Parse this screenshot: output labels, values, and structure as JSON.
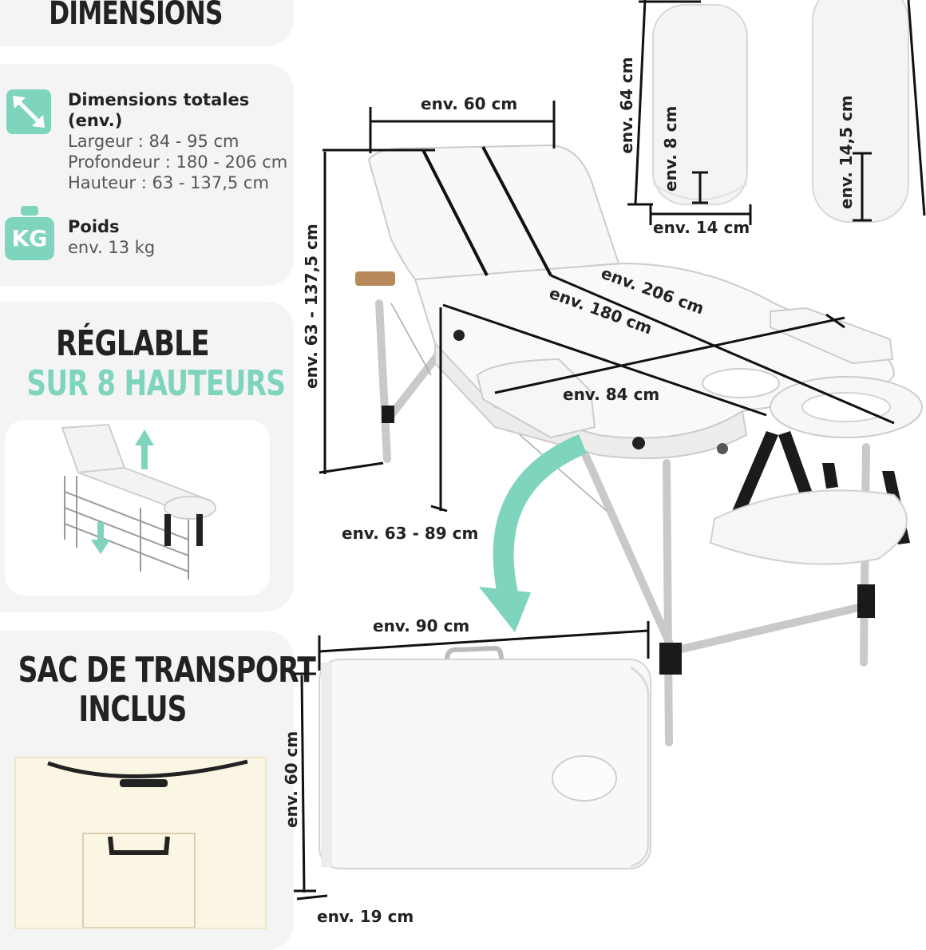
{
  "headings": {
    "dimensions": "DIMENSIONS",
    "reglable_line1": "RÉGLABLE",
    "reglable_line2": "SUR 8 HAUTEURS",
    "sac_line1": "SAC DE TRANSPORT",
    "sac_line2": "INCLUS"
  },
  "specs": {
    "dims_title": "Dimensions totales",
    "dims_title2": "(env.)",
    "largeur": "Largeur : 84 - 95 cm",
    "profondeur": "Profondeur : 180 - 206 cm",
    "hauteur": "Hauteur : 63 - 137,5 cm",
    "kg_badge": "KG",
    "poids_title": "Poids",
    "poids_value": "env. 13 kg"
  },
  "measurements": {
    "width_top": "env. 60 cm",
    "height_total": "env. 63 - 137,5 cm",
    "length_206": "env. 206 cm",
    "length_180": "env. 180 cm",
    "width_84": "env. 84 cm",
    "height_table": "env. 63 - 89 cm",
    "bolster_height": "env. 64 cm",
    "bolster_thick": "env. 8 cm",
    "bolster_width": "env. 14 cm",
    "bolster2_thick": "env. 14,5 cm",
    "bag_width": "env. 90 cm",
    "bag_height": "env. 60 cm",
    "bag_depth": "env. 19 cm"
  },
  "colors": {
    "accent": "#7fd4bd",
    "panel": "#f4f4f4",
    "text_dark": "#222222",
    "arrow": "#7fd4bd"
  }
}
